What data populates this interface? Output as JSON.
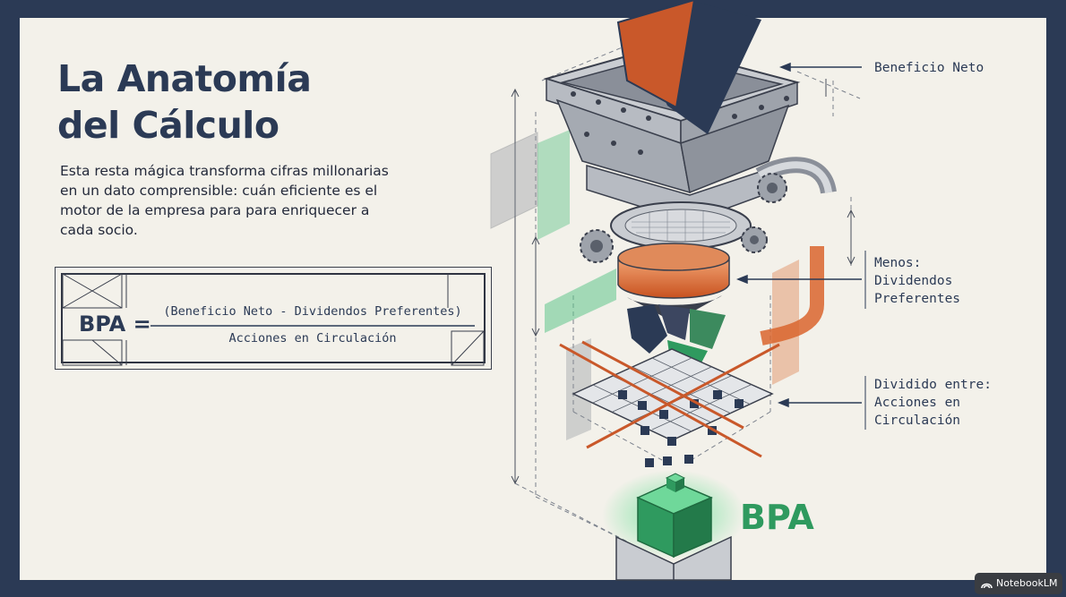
{
  "slide": {
    "title_line1": "La Anatomía",
    "title_line2": "del Cálculo",
    "description": "Esta resta mágica transforma cifras millonarias en un dato comprensible: cuán eficiente es el motor de la empresa para para enriquecer a cada socio."
  },
  "formula": {
    "lhs": "BPA =",
    "numerator": "(Beneficio Neto - Dividendos Preferentes)",
    "denominator": "Acciones en Circulación"
  },
  "callouts": {
    "top": "Beneficio Neto",
    "middle": "Menos:\nDividendos\nPreferentes",
    "bottom": "Dividido entre:\nAcciones en\nCirculación"
  },
  "result_label": "BPA",
  "badge": {
    "label": "NotebookLM",
    "icon": "notebooklm-logo-icon"
  },
  "colors": {
    "frame": "#2b3a55",
    "paper": "#f3f1ea",
    "accent_green": "#2f9a5f",
    "accent_orange": "#d9652e",
    "metal_gray": "#8a8f99",
    "ink": "#2b3a55"
  }
}
